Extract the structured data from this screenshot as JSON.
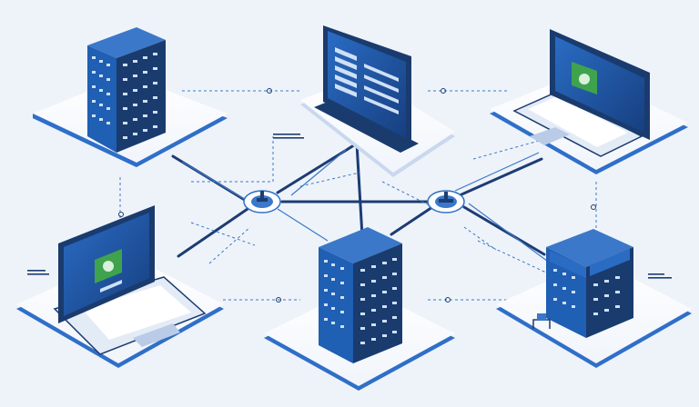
{
  "palette": {
    "background": "#eef3f9",
    "node_blue": "#1f5fb4",
    "node_navy": "#1a3b6e",
    "platform_white": "#ffffff",
    "platform_edge": "#2f6fc9",
    "connector": "#1d3c73",
    "dashed_link": "#3b78c9",
    "screen_green": "#3fa34d"
  },
  "nodes": [
    {
      "name": "server-top-left",
      "kind": "server",
      "icon": "server-rack-icon"
    },
    {
      "name": "monitor-top-center",
      "kind": "monitor",
      "icon": "monitor-icon"
    },
    {
      "name": "laptop-top-right",
      "kind": "laptop",
      "icon": "laptop-icon"
    },
    {
      "name": "laptop-bottom-left",
      "kind": "laptop",
      "icon": "laptop-icon"
    },
    {
      "name": "server-bottom-center",
      "kind": "server",
      "icon": "server-rack-icon"
    },
    {
      "name": "server-bottom-right",
      "kind": "server",
      "icon": "server-rack-icon"
    }
  ],
  "hubs": [
    {
      "name": "hub-left",
      "icon": "router-icon"
    },
    {
      "name": "hub-right",
      "icon": "router-icon"
    }
  ]
}
